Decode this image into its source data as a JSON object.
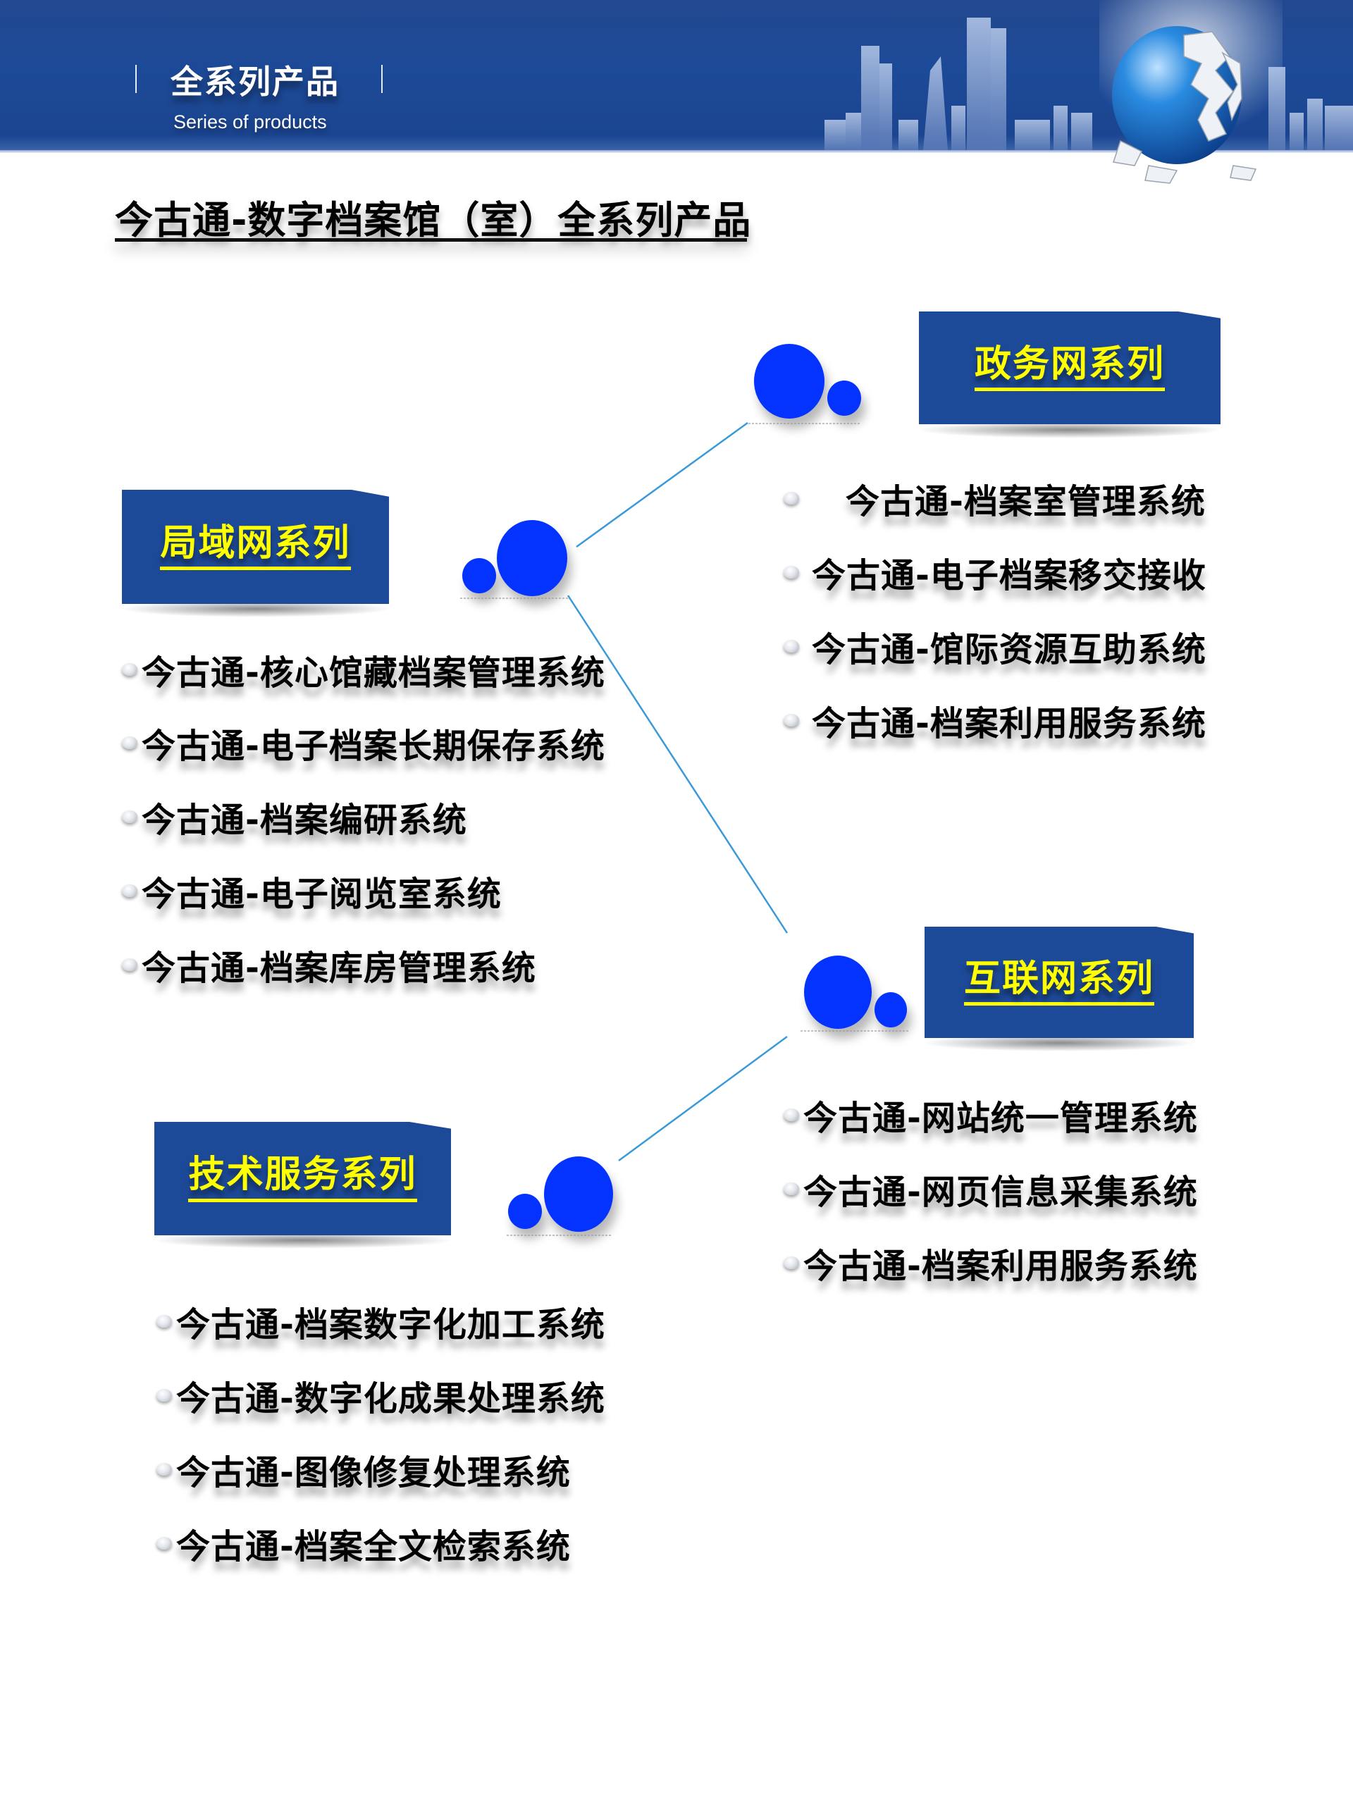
{
  "header": {
    "title": "全系列产品",
    "subtitle": "Series of products"
  },
  "page_title": "今古通-数字档案馆（室）全系列产品",
  "colors": {
    "brand_blue": "#1d4a98",
    "label_yellow": "#ffff00",
    "dot_blue": "#0432ff",
    "connector": "#3a9ad9"
  },
  "series": {
    "government": {
      "label": "政务网系列",
      "items": [
        "今古通-档案室管理系统",
        "今古通-电子档案移交接收",
        "今古通-馆际资源互助系统",
        "今古通-档案利用服务系统"
      ]
    },
    "lan": {
      "label": "局域网系列",
      "items": [
        "今古通-核心馆藏档案管理系统",
        "今古通-电子档案长期保存系统",
        "今古通-档案编研系统",
        "今古通-电子阅览室系统",
        "今古通-档案库房管理系统"
      ]
    },
    "internet": {
      "label": "互联网系列",
      "items": [
        "今古通-网站统一管理系统",
        "今古通-网页信息采集系统",
        "今古通-档案利用服务系统"
      ]
    },
    "tech": {
      "label": "技术服务系列",
      "items": [
        "今古通-档案数字化加工系统",
        "今古通-数字化成果处理系统",
        "今古通-图像修复处理系统",
        "今古通-档案全文检索系统"
      ]
    }
  },
  "icons": {
    "bullet": "sphere-bullet-icon",
    "decoration": "globe-skyline-icon"
  }
}
